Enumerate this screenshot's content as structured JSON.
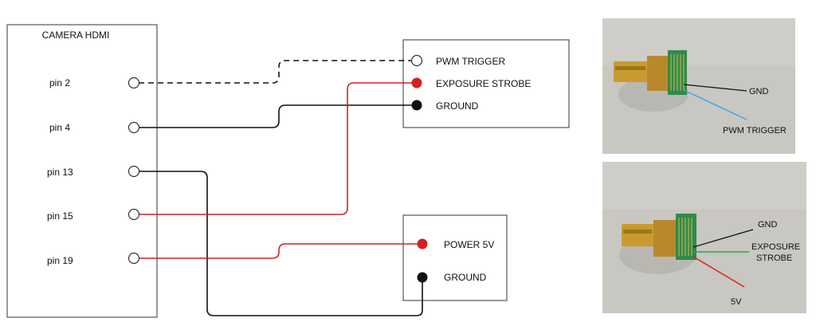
{
  "camera": {
    "title": "CAMERA HDMI",
    "pins": [
      {
        "id": "pin2",
        "label": "pin 2"
      },
      {
        "id": "pin4",
        "label": "pin 4"
      },
      {
        "id": "pin13",
        "label": "pin 13"
      },
      {
        "id": "pin15",
        "label": "pin 15"
      },
      {
        "id": "pin19",
        "label": "pin 19"
      }
    ]
  },
  "trigger_box": {
    "terminals": [
      {
        "id": "pwm",
        "label": "PWM TRIGGER",
        "fill": "open"
      },
      {
        "id": "strobe",
        "label": "EXPOSURE STROBE",
        "fill": "red"
      },
      {
        "id": "gnd",
        "label": "GROUND",
        "fill": "black"
      }
    ]
  },
  "power_box": {
    "terminals": [
      {
        "id": "pwr",
        "label": "POWER  5V",
        "fill": "red"
      },
      {
        "id": "pgnd",
        "label": "GROUND",
        "fill": "black"
      }
    ]
  },
  "wires": [
    {
      "from": "pin2",
      "to": "pwm",
      "color": "#111111",
      "style": "dashed"
    },
    {
      "from": "pin4",
      "to": "gnd",
      "color": "#111111",
      "style": "solid"
    },
    {
      "from": "pin13",
      "to": "pgnd",
      "color": "#111111",
      "style": "solid"
    },
    {
      "from": "pin15",
      "to": "strobe",
      "color": "#d42020",
      "style": "solid"
    },
    {
      "from": "pin19",
      "to": "pwr",
      "color": "#d42020",
      "style": "solid"
    }
  ],
  "photos": [
    {
      "labels": {
        "gnd": "GND",
        "pwm": "PWM TRIGGER"
      }
    },
    {
      "labels": {
        "gnd": "GND",
        "strobe": "EXPOSURE STROBE",
        "v5": "5V"
      }
    }
  ],
  "colors": {
    "wire_red": "#d42020",
    "wire_black": "#111111",
    "wire_blue": "#3aa8e0",
    "wire_green": "#22a84a",
    "photo_bg": "#c9c7c2",
    "pcb_green": "#2f8a4a",
    "gold": "#c99a2e"
  }
}
